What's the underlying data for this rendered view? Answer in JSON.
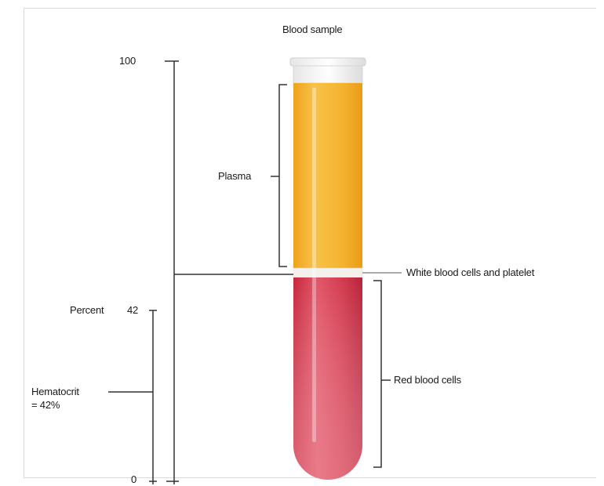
{
  "title": "Blood sample",
  "scale": {
    "top_label": "100",
    "mid_label": "Percent",
    "mid_value": "42",
    "bottom_label": "0"
  },
  "layers": {
    "plasma": "Plasma",
    "buffy_coat": "White blood cells and platelet",
    "red_cells": "Red blood cells"
  },
  "hematocrit": {
    "label": "Hematocrit",
    "value": "= 42%"
  },
  "colors": {
    "plasma": "#f2b533",
    "red_cells": "#d63a4e",
    "buffy": "#f4f1ec",
    "line": "#333333"
  }
}
